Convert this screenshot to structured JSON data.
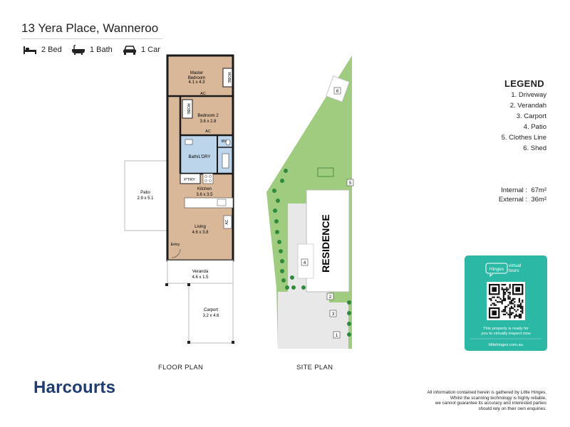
{
  "header": {
    "address": "13 Yera Place, Wanneroo",
    "beds_label": "2 Bed",
    "baths_label": "1 Bath",
    "cars_label": "1 Car",
    "icons": [
      "bed-icon",
      "bath-icon",
      "car-icon"
    ]
  },
  "floor_plan": {
    "label": "FLOOR PLAN",
    "rooms": {
      "master_name": "Master\nBedroom",
      "master_dims": "4.1 x 4.3",
      "bed2_name": "Bedroom 2",
      "bed2_dims": "3.6 x 2.8",
      "bath_name": "Bath/L'DRY",
      "wc": "W/C",
      "pantry": "P'TRY",
      "kitchen_name": "Kitchen",
      "kitchen_dims": "3.6 x 3.5",
      "living_name": "Living",
      "living_dims": "4.6 x 3.8",
      "patio_name": "Patio",
      "patio_dims": "2.9 x 5.1",
      "veranda_name": "Veranda",
      "veranda_dims": "4.6 x 1.5",
      "carport_name": "Carport",
      "carport_dims": "3.2 x 4.6",
      "entry": "Entry",
      "robe1": "ROBE",
      "robe2": "ROBE",
      "ac1": "AC",
      "ac2": "AC",
      "ac3": "AC"
    }
  },
  "site_plan": {
    "label": "SITE PLAN",
    "residence": "RESIDENCE",
    "markers": [
      "1",
      "2",
      "3",
      "4",
      "5",
      "6"
    ]
  },
  "legend": {
    "title": "LEGEND",
    "items": [
      "1. Driveway",
      "2. Verandah",
      "3. Carport",
      "4. Patio",
      "5. Clothes Line",
      "6. Shed"
    ]
  },
  "areas": {
    "internal_label": "Internal",
    "internal_value": "67m²",
    "external_label": "External",
    "external_value": "36m²"
  },
  "qr_card": {
    "brand": "Hinges",
    "brand_tag": "virtual\ntours",
    "message": "This property is ready for\nyou to virtually inspect now",
    "url": "littlehinges.com.au"
  },
  "footer": {
    "logo": "Harcourts",
    "disclaimer": "All information contained herein is gathered by Little Hinges.\nWhilst the scanning technology is highly reliable,\nwe cannot guarantee its accuracy and interested parties\nshould rely on their own enquiries."
  },
  "colors": {
    "wood": "#d9b89a",
    "bath_blue": "#bcd5ea",
    "grass": "#9fcc7f",
    "tree": "#2f8a3c",
    "paving": "#e8e8e8",
    "qr_teal": "#2bb8a4",
    "brand_navy": "#1d3c73"
  }
}
